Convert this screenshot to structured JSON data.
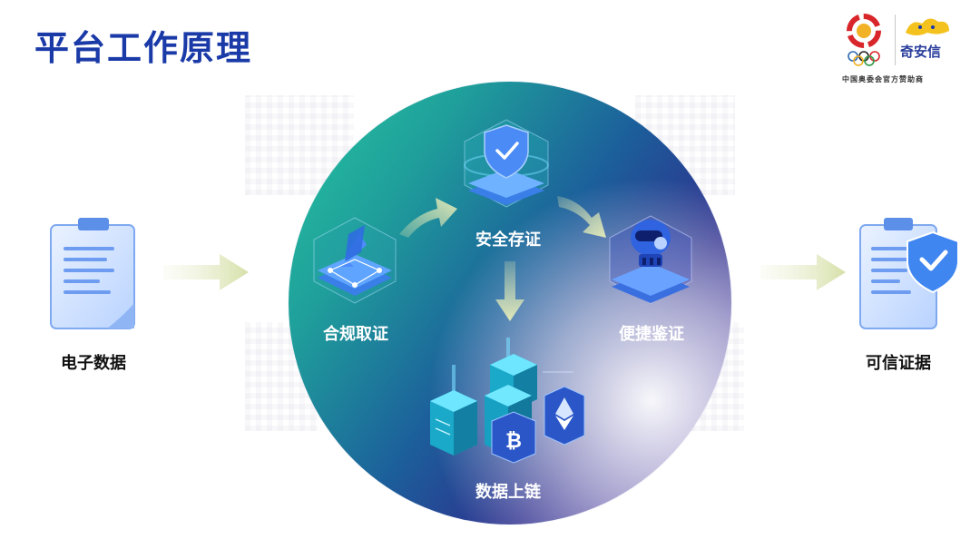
{
  "title": "平台工作原理",
  "logo": {
    "brand_name": "奇安信",
    "sponsor_text": "中国奥委会官方赞助商"
  },
  "nodes": {
    "electronic_data": "电子数据",
    "compliant_evidence": "合规取证",
    "secure_storage": "安全存证",
    "data_on_chain": "数据上链",
    "convenient_verification": "便捷鉴证",
    "trusted_evidence": "可信证据"
  },
  "colors": {
    "title": "#1a3aa8",
    "circle_green": "#27c7a1",
    "circle_blue": "#1c5f9b",
    "circle_purple": "#5e3fa6",
    "arrow": "#dfe6b8"
  }
}
